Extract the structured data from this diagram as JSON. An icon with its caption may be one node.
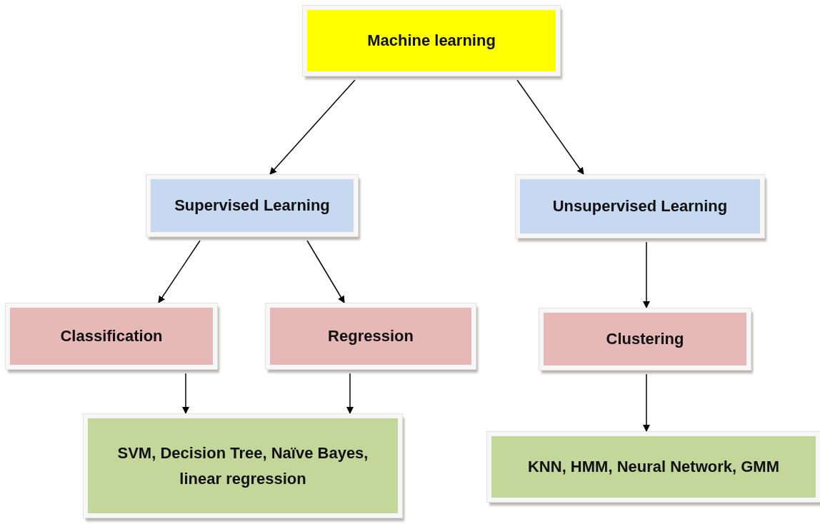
{
  "diagram": {
    "nodes": [
      {
        "text": [
          "Machine learning"
        ]
      },
      {
        "text": [
          "Supervised Learning"
        ]
      },
      {
        "text": [
          "Unsupervised Learning"
        ]
      },
      {
        "text": [
          "Classification"
        ]
      },
      {
        "text": [
          "Regression"
        ]
      },
      {
        "text": [
          "Clustering"
        ]
      },
      {
        "text": [
          "SVM, Decision Tree, Naïve Bayes, linear regression"
        ]
      },
      {
        "text": [
          "KNN, HMM, Neural Network, GMM"
        ]
      }
    ],
    "edges": [
      {
        "from": 0,
        "to": 1,
        "arrow": "to"
      },
      {
        "from": 0,
        "to": 2,
        "arrow": "to"
      },
      {
        "from": 1,
        "to": 3,
        "arrow": "to"
      },
      {
        "from": 1,
        "to": 4,
        "arrow": "to"
      },
      {
        "from": 2,
        "to": 5,
        "arrow": "to"
      },
      {
        "from": 3,
        "to": 6,
        "arrow": "to"
      },
      {
        "from": 4,
        "to": 6,
        "arrow": "to"
      },
      {
        "from": 5,
        "to": 7,
        "arrow": "to"
      }
    ]
  }
}
